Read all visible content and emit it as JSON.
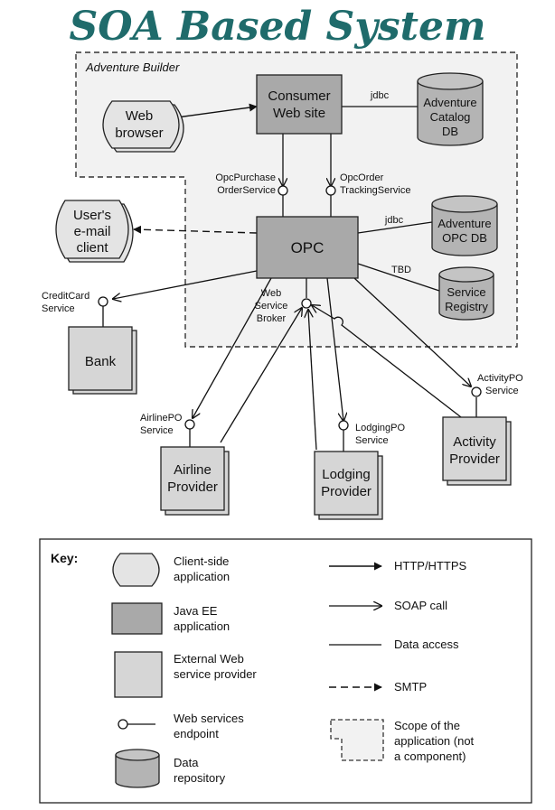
{
  "title": "SOA Based System",
  "colors": {
    "title": "#1f6b6b",
    "java_ee": "#a9a9a9",
    "external": "#d6d6d6",
    "client": "#e4e4e4",
    "repository": "#b4b4b4",
    "scope_fill": "#f2f2f2",
    "stroke": "#222222"
  },
  "diagram": {
    "scope_label": "Adventure Builder",
    "consumer_web_site": [
      "Consumer",
      "Web site"
    ],
    "web_browser": [
      "Web",
      "browser"
    ],
    "adventure_catalog_db": [
      "Adventure",
      "Catalog",
      "DB"
    ],
    "jdbc_catalog": "jdbc",
    "opc_purchase_order_service": [
      "OpcPurchase",
      "OrderService"
    ],
    "opc_order_tracking_service": [
      "OpcOrder",
      "TrackingService"
    ],
    "opc": "OPC",
    "users_email_client": [
      "User's",
      "e-mail",
      "client"
    ],
    "jdbc_opc": "jdbc",
    "adventure_opc_db": [
      "Adventure",
      "OPC DB"
    ],
    "tbd": "TBD",
    "service_registry": [
      "Service",
      "Registry"
    ],
    "credit_card_service": [
      "CreditCard",
      "Service"
    ],
    "bank": "Bank",
    "web_service_broker": [
      "Web",
      "Service",
      "Broker"
    ],
    "airline_po_service": [
      "AirlinePO",
      "Service"
    ],
    "airline_provider": [
      "Airline",
      "Provider"
    ],
    "lodging_po_service": [
      "LodgingPO",
      "Service"
    ],
    "lodging_provider": [
      "Lodging",
      "Provider"
    ],
    "activity_po_service": [
      "ActivityPO",
      "Service"
    ],
    "activity_provider": [
      "Activity",
      "Provider"
    ]
  },
  "key": {
    "heading": "Key:",
    "client_side_application": [
      "Client-side",
      "application"
    ],
    "java_ee_application": [
      "Java EE",
      "application"
    ],
    "external_web_service_provider": [
      "External Web",
      "service provider"
    ],
    "web_services_endpoint": [
      "Web services",
      "endpoint"
    ],
    "data_repository": [
      "Data",
      "repository"
    ],
    "http_https": "HTTP/HTTPS",
    "soap_call": "SOAP call",
    "data_access": "Data access",
    "smtp": "SMTP",
    "scope_of_application": [
      "Scope of the",
      "application (not",
      "a component)"
    ]
  }
}
